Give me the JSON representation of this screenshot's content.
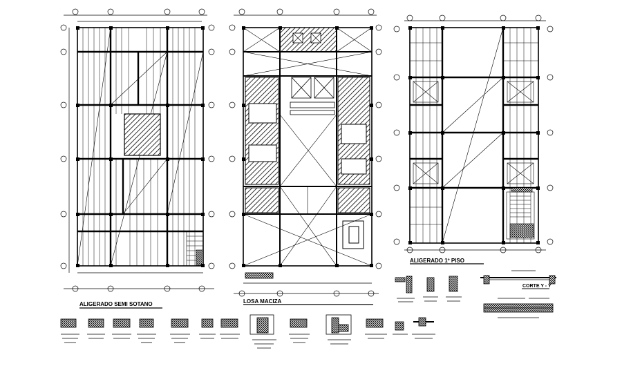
{
  "plans": [
    {
      "title": "ALIGERADO  SEMI SOTANO"
    },
    {
      "title": "LOSA MACIZA"
    },
    {
      "title": "ALIGERADO  1º PISO"
    }
  ],
  "section": {
    "title": "CORTE  Y - Y"
  }
}
